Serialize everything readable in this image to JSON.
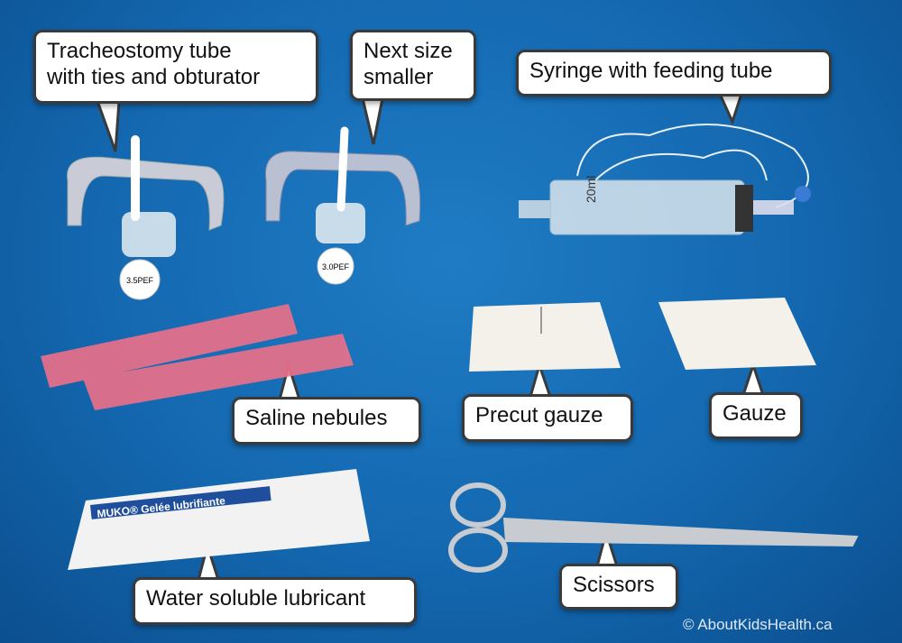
{
  "labels": {
    "trach_tube": [
      "Tracheostomy tube",
      "with ties and obturator"
    ],
    "next_size": [
      "Next size",
      "smaller"
    ],
    "syringe": "Syringe with feeding tube",
    "saline": "Saline nebules",
    "precut_gauze": "Precut gauze",
    "gauze": "Gauze",
    "lubricant": "Water soluble lubricant",
    "scissors": "Scissors"
  },
  "product_text": {
    "obturator_1": "3.5PEF",
    "obturator_2": "3.0PEF",
    "syringe_volume": "20ml",
    "lubricant_brand": "MUKO® Gelée lubrifiante"
  },
  "copyright": "© AboutKidsHealth.ca",
  "colors": {
    "background": "#1468b0",
    "callout_border": "#3a3a3a",
    "saline": "#e8708a"
  }
}
